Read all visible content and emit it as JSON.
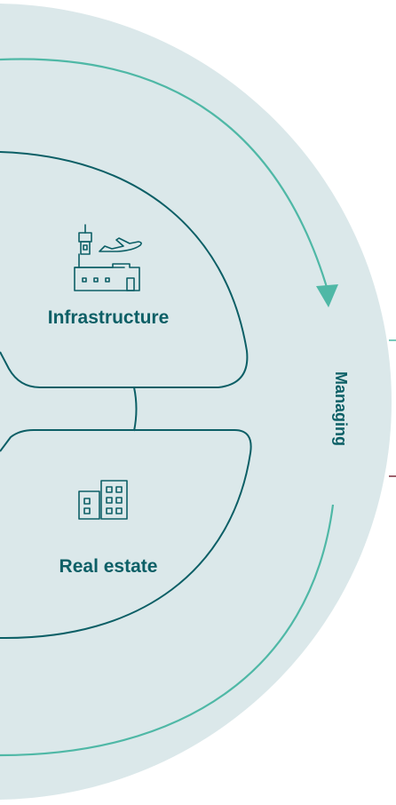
{
  "segments": {
    "top": {
      "label": "Infrastructure",
      "icon": "airport-tower-plane-icon"
    },
    "bottom": {
      "label": "Real estate",
      "icon": "office-buildings-icon"
    }
  },
  "ring": {
    "label": "Managing"
  },
  "colors": {
    "ring_fill": "#dbe8ea",
    "page_bg": "#ffffff",
    "dark_teal": "#0c5f66",
    "accent_teal": "#4fb8a6",
    "text": "#0c5f66"
  }
}
